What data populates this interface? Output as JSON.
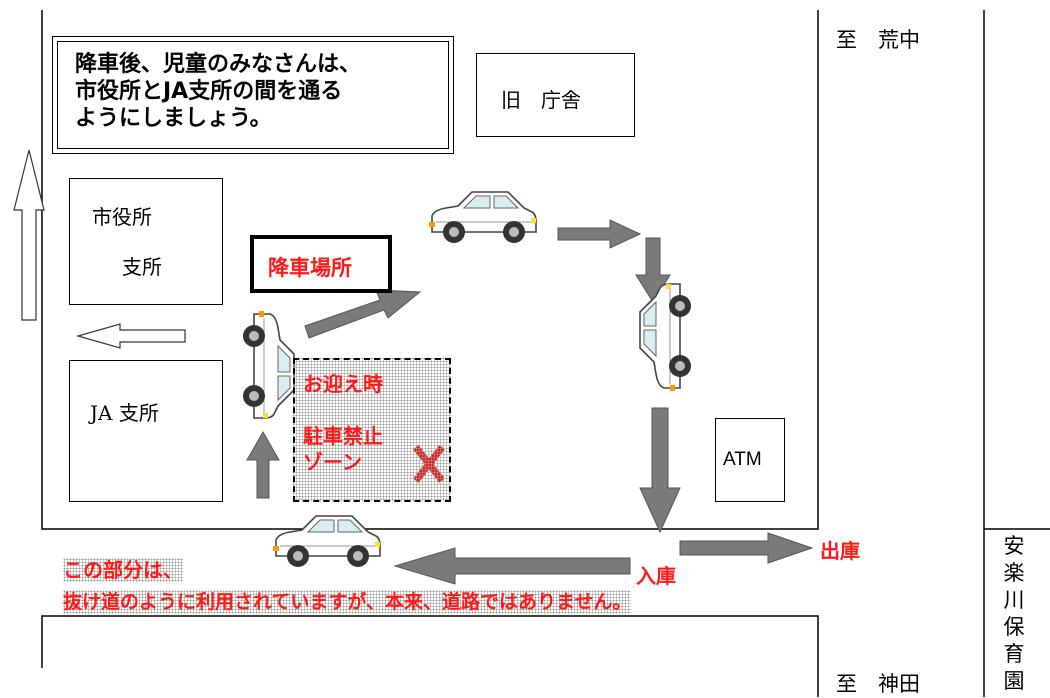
{
  "notice": {
    "line1": "降車後、児童のみなさんは、",
    "line2": "市役所とJA支所の間を通る",
    "line3": "ようにしましょう。"
  },
  "buildings": {
    "old_office": "旧　庁舎",
    "city_hall_line1": "市役所",
    "city_hall_line2": "支所",
    "ja_branch": "JA 支所",
    "atm": "ATM",
    "nursery": [
      "安",
      "楽",
      "川",
      "保",
      "育",
      "園"
    ]
  },
  "roads": {
    "to_aranaka": "至　荒中",
    "to_kanda": "至　神田"
  },
  "labels": {
    "dropoff": "降車場所",
    "no_parking_line1": "お迎え時",
    "no_parking_line2": "駐車禁止",
    "no_parking_line3": "ゾーン",
    "exit": "出庫",
    "entry": "入庫",
    "note_line1": "この部分は、",
    "note_line2": "抜け道のように利用されていますが、本来、道路ではありません。"
  },
  "colors": {
    "warning_red": "#ff1a1a",
    "arrow_gray": "#7a7a7a",
    "car_window": "#d8eef0"
  },
  "icons": {
    "prohibited": "red-x-mark",
    "car": "car-icon",
    "arrow": "arrow-icon"
  }
}
